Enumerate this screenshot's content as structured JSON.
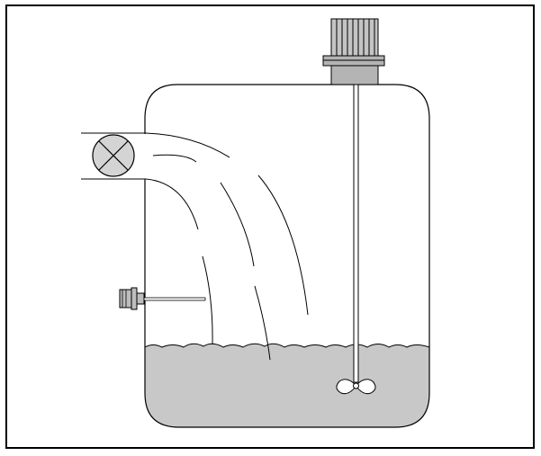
{
  "colors": {
    "background": "#ffffff",
    "stroke": "#000000",
    "liquid": "#c8c8c8",
    "motor_body": "#b4b4b4",
    "motor_fins": "#c4c4c4",
    "valve_fill": "#d4d4d4",
    "sensor_fill": "#bdbdbd"
  },
  "components": {
    "tank": "tank",
    "inlet_pipe": "inlet-pipe",
    "valve": "valve-icon",
    "inflow_stream": "inflow-stream",
    "liquid": "liquid",
    "motor": "motor-icon",
    "agitator_shaft": "agitator-shaft",
    "impeller": "impeller-icon",
    "level_sensor": "level-sensor-icon"
  }
}
